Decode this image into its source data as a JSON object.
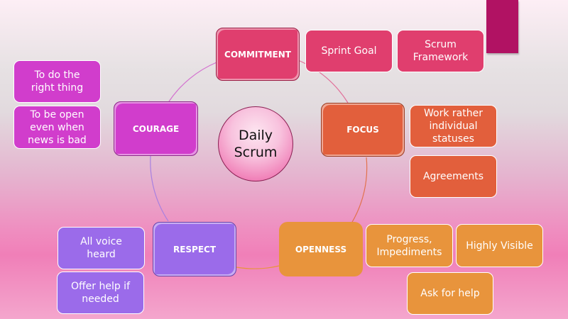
{
  "title": "Daily Scrum",
  "center": {
    "label": "Daily\nScrum"
  },
  "colors": {
    "commitment": "#e03e6e",
    "courage": "#d13dcc",
    "focus": "#e25f3c",
    "openness": "#e8943c",
    "respect": "#9b6bea",
    "accent_bar": "#b11263"
  },
  "values": [
    {
      "name": "COMMITMENT",
      "items": [
        "Sprint Goal",
        "Scrum\nFramework"
      ]
    },
    {
      "name": "FOCUS",
      "items": [
        "Work rather\nindividual\nstatuses",
        "Agreements"
      ]
    },
    {
      "name": "OPENNESS",
      "items": [
        "Progress,\nImpediments",
        "Highly Visible",
        "Ask for help"
      ]
    },
    {
      "name": "RESPECT",
      "items": [
        "All voice\nheard",
        "Offer help if\nneeded"
      ]
    },
    {
      "name": "COURAGE",
      "items": [
        "To do the\nright thing",
        "To be open\neven when\nnews is bad"
      ]
    }
  ]
}
